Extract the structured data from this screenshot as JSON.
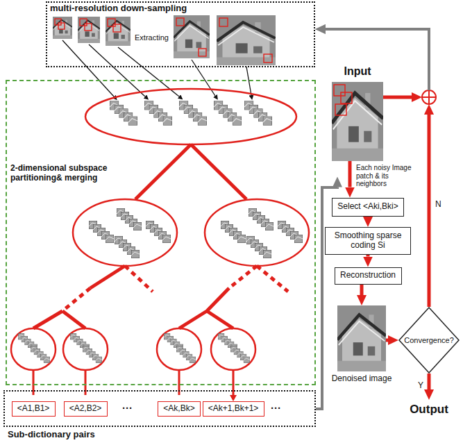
{
  "diagram": {
    "nodes": [
      {
        "text": [
          "multi-resolution down-sampling"
        ]
      },
      {
        "text": [
          "2-dimensional subspace partitioning& merging"
        ]
      },
      {
        "text": [
          "Sub-dictionary pairs"
        ]
      },
      {
        "text": [
          "<A1,B1>"
        ],
        "in": 2
      },
      {
        "text": [
          "<A2,B2>"
        ],
        "in": 2
      },
      {
        "text": [
          "<Ak,Bk>"
        ],
        "in": 2
      },
      {
        "text": [
          "<Ak+1,Bk+1>"
        ],
        "in": 2
      },
      {
        "text": [
          "Input"
        ]
      },
      {
        "text": [
          "Select <Aki,Bki>"
        ]
      },
      {
        "text": [
          "Smoothing sparse coding Si"
        ]
      },
      {
        "text": [
          "Reconstruction"
        ]
      },
      {
        "text": [
          "Denoised image"
        ]
      },
      {
        "text": [
          "Convergence?"
        ]
      },
      {
        "text": [
          "Output"
        ]
      }
    ],
    "edges": [
      {
        "from": 7,
        "to": 0,
        "arrow": "to"
      },
      {
        "from": 12,
        "to": 0,
        "label": "N",
        "arrow": "to"
      },
      {
        "from": 7,
        "to": 8,
        "label": "Each noisy Image patch & its neighbors",
        "arrow": "to"
      },
      {
        "from": 2,
        "to": 8,
        "arrow": "to"
      },
      {
        "from": 8,
        "to": 9,
        "arrow": "to"
      },
      {
        "from": 9,
        "to": 10,
        "arrow": "to"
      },
      {
        "from": 10,
        "to": 11,
        "arrow": "to"
      },
      {
        "from": 11,
        "to": 12,
        "arrow": "to"
      },
      {
        "from": 12,
        "to": 13,
        "label": "Y",
        "arrow": "to"
      }
    ],
    "labels": [
      "Extracting",
      "···",
      "···"
    ]
  }
}
